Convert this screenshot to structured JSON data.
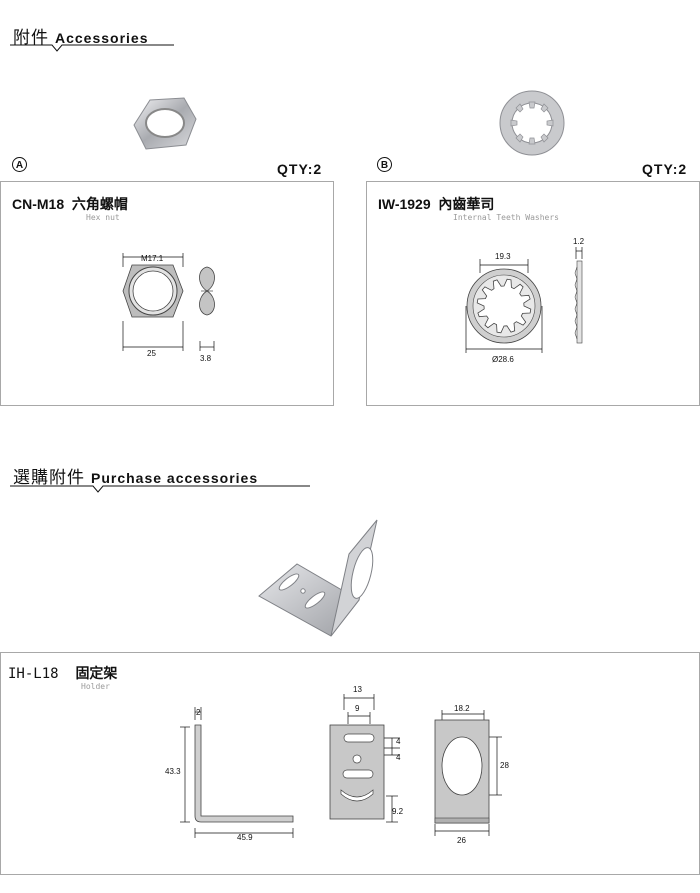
{
  "accessories": {
    "title_cn": "附件",
    "title_en": "Accessories",
    "a": {
      "marker": "A",
      "qty": "QTY:2",
      "code": "CN-M18",
      "name_cn": "六角螺帽",
      "name_en": "Hex nut",
      "dims": {
        "thread": "M17.1",
        "width": "25",
        "thickness": "3.8"
      }
    },
    "b": {
      "marker": "B",
      "qty": "QTY:2",
      "code": "IW-1929",
      "name_cn": "內齒華司",
      "name_en": "Internal Teeth Washers",
      "dims": {
        "inner": "19.3",
        "thickness": "1.2",
        "outer": "Ø28.6"
      }
    }
  },
  "purchase": {
    "title_cn": "選購附件",
    "title_en": "Purchase accessories",
    "holder": {
      "code": "IH-L18",
      "name_cn": "固定架",
      "name_en": "Holder",
      "dims": {
        "thickness": "2",
        "height": "43.3",
        "length": "45.9",
        "width_outer": "13",
        "slot": "9",
        "gap1": "4",
        "gap2": "4",
        "bottom": "9.2",
        "hole_w": "18.2",
        "hole_h": "28",
        "face_w": "26"
      }
    }
  }
}
